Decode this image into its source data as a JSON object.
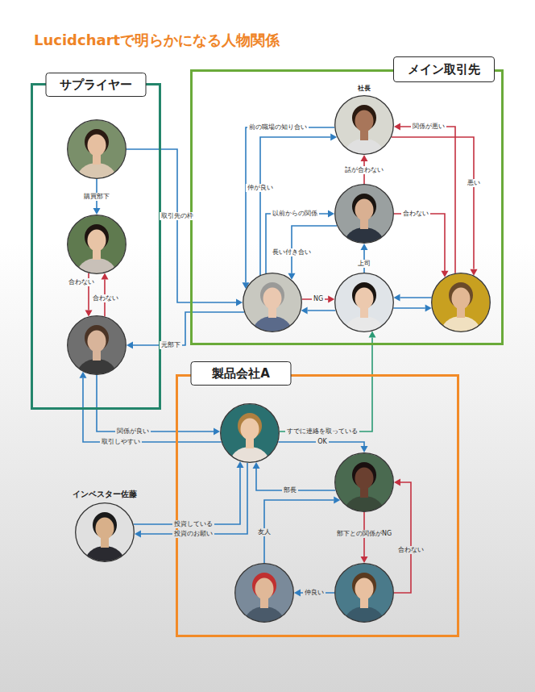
{
  "diagram": {
    "title": "Lucidchartで明らかになる人物関係",
    "nodes": [
      {
        "text": [
          "サプライヤー"
        ]
      },
      {
        "text": [],
        "in": 0
      },
      {
        "text": [],
        "in": 0
      },
      {
        "text": [],
        "in": 0
      },
      {
        "text": [
          "メイン取引先"
        ]
      },
      {
        "text": [
          "社長"
        ],
        "in": 4
      },
      {
        "text": [],
        "in": 4
      },
      {
        "text": [],
        "in": 4
      },
      {
        "text": [],
        "in": 4
      },
      {
        "text": [],
        "in": 4
      },
      {
        "text": [
          "製品会社A"
        ]
      },
      {
        "text": [],
        "in": 10
      },
      {
        "text": [],
        "in": 10
      },
      {
        "text": [
          "インベスター佐藤"
        ]
      },
      {
        "text": [],
        "in": 10
      },
      {
        "text": [],
        "in": 10
      }
    ],
    "edges": [
      {
        "from": 1,
        "to": 2,
        "label": "購買部下",
        "arrow": "to"
      },
      {
        "from": 2,
        "to": 3,
        "label": "合わない",
        "arrow": "to"
      },
      {
        "from": 3,
        "to": 2,
        "label": "合わない",
        "arrow": "to"
      },
      {
        "from": 1,
        "to": 7,
        "label": "取引先の枠",
        "arrow": "to"
      },
      {
        "from": 7,
        "to": 3,
        "label": "元部下",
        "arrow": "to"
      },
      {
        "from": 5,
        "to": 7,
        "label": "前の職場の知り合い",
        "arrow": "to"
      },
      {
        "from": 7,
        "to": 5,
        "label": "仲が良い",
        "arrow": "to"
      },
      {
        "from": 6,
        "to": 5,
        "label": "話が合わない",
        "arrow": "to"
      },
      {
        "from": 7,
        "to": 6,
        "label": "以前からの関係",
        "arrow": "to"
      },
      {
        "from": 6,
        "to": 7,
        "label": "長い付き合い",
        "arrow": "to"
      },
      {
        "from": 8,
        "to": 6,
        "label": "上司",
        "arrow": "to"
      },
      {
        "from": 7,
        "to": 8,
        "label": "NG",
        "arrow": "to"
      },
      {
        "from": 8,
        "to": 7,
        "arrow": "to"
      },
      {
        "from": 9,
        "to": 8,
        "arrow": "to"
      },
      {
        "from": 8,
        "to": 9,
        "arrow": "to"
      },
      {
        "from": 9,
        "to": 5,
        "label": "関係が悪い",
        "arrow": "to"
      },
      {
        "from": 5,
        "to": 9,
        "label": "悪い",
        "arrow": "to"
      },
      {
        "from": 6,
        "to": 9,
        "label": "合わない",
        "arrow": "to"
      },
      {
        "from": 3,
        "to": 11,
        "label": "関係が良い",
        "arrow": "to"
      },
      {
        "from": 11,
        "to": 3,
        "label": "取引しやすい",
        "arrow": "to"
      },
      {
        "from": 11,
        "to": 8,
        "label": "すでに連絡を取っている",
        "arrow": "to"
      },
      {
        "from": 11,
        "to": 12,
        "label": "OK",
        "arrow": "to"
      },
      {
        "from": 12,
        "to": 11,
        "label": "部長",
        "arrow": "to"
      },
      {
        "from": 14,
        "to": 12,
        "label": "友人",
        "arrow": "to"
      },
      {
        "from": 12,
        "to": 15,
        "label": "部下との関係がNG",
        "arrow": "to"
      },
      {
        "from": 15,
        "to": 12,
        "label": "合わない",
        "arrow": "to"
      },
      {
        "from": 15,
        "to": 14,
        "label": "仲良い",
        "arrow": "to"
      },
      {
        "from": 13,
        "to": 11,
        "label": "投資している",
        "arrow": "to"
      },
      {
        "from": 11,
        "to": 13,
        "label": "投資のお願い",
        "arrow": "to"
      }
    ]
  }
}
